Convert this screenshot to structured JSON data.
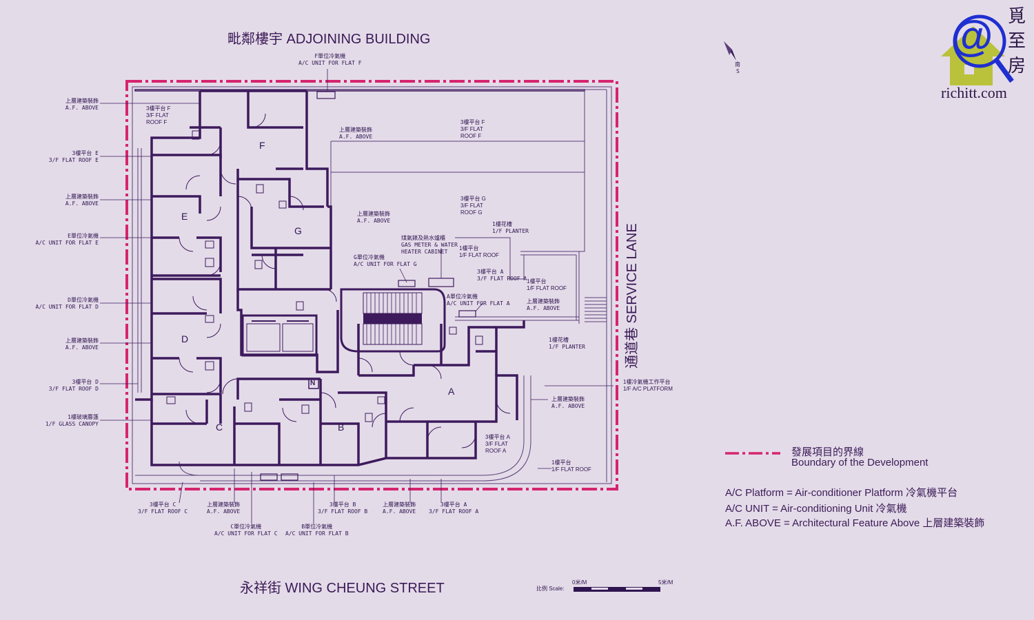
{
  "streets": {
    "north": "毗鄰樓宇  ADJOINING BUILDING",
    "south": "永祥街  WING CHEUNG STREET",
    "east": "通道巷 SERVICE LANE"
  },
  "orientation": {
    "letter": "南",
    "sub": "S"
  },
  "brand": {
    "url": "richitt.com",
    "cjk": [
      "覓",
      "至",
      "房"
    ],
    "at": "@"
  },
  "rooms": {
    "A": "A",
    "B": "B",
    "C": "C",
    "D": "D",
    "E": "E",
    "F": "F",
    "G": "G",
    "N": "N"
  },
  "labels": {
    "acF": [
      "F單位冷氣機",
      "A/C UNIT FOR FLAT F"
    ],
    "afAboveL1": [
      "上層建築裝飾",
      "A.F. ABOVE"
    ],
    "roofE": [
      "3樓平台 E",
      "3/F FLAT ROOF E"
    ],
    "afAboveL2": [
      "上層建築裝飾",
      "A.F. ABOVE"
    ],
    "acE": [
      "E單位冷氣機",
      "A/C UNIT FOR FLAT E"
    ],
    "acD": [
      "D單位冷氣機",
      "A/C UNIT FOR FLAT D"
    ],
    "afAboveL3": [
      "上層建築裝飾",
      "A.F. ABOVE"
    ],
    "roofD": [
      "3樓平台 D",
      "3/F FLAT ROOF D"
    ],
    "canopy": [
      "1樓玻璃簷篷",
      "1/F GLASS CANOPY"
    ],
    "roofFin": [
      "3樓平台 F",
      "3/F FLAT",
      "ROOF F"
    ],
    "afAboveF": [
      "上層建築裝飾",
      "A.F. ABOVE"
    ],
    "roofFbig": [
      "3樓平台 F",
      "3/F FLAT",
      "ROOF F"
    ],
    "roofG": [
      "3樓平台 G",
      "3/F FLAT",
      "ROOF G"
    ],
    "afAboveG": [
      "上層建築裝飾",
      "A.F. ABOVE"
    ],
    "planter1": [
      "1樓花槽",
      "1/F PLANTER"
    ],
    "gasMeter": [
      "煤氣錶及熱水爐櫃",
      "GAS METER & WATER",
      "HEATER CABINET"
    ],
    "flatRoof1a": [
      "1樓平台",
      "1/F FLAT ROOF"
    ],
    "acG": [
      "G單位冷氣機",
      "A/C UNIT FOR FLAT G"
    ],
    "roofA3": [
      "3樓平台 A",
      "3/F FLAT ROOF A"
    ],
    "flatRoof1b": [
      "1樓平台",
      "1/F FLAT ROOF"
    ],
    "acA": [
      "A單位冷氣機",
      "A/C UNIT FOR FLAT A"
    ],
    "afAboveA": [
      "上層建築裝飾",
      "A.F. ABOVE"
    ],
    "planter2": [
      "1樓花槽",
      "1/F PLANTER"
    ],
    "acPlatform": [
      "1樓冷氣機工作平台",
      "1/F A/C PLATFORM"
    ],
    "afAboveR": [
      "上層建築裝飾",
      "A.F. ABOVE"
    ],
    "roofAin": [
      "3樓平台 A",
      "3/F FLAT",
      "ROOF A"
    ],
    "flatRoof1c": [
      "1樓平台",
      "1/F FLAT ROOF"
    ],
    "roofC": [
      "3樓平台 C",
      "3/F FLAT ROOF C"
    ],
    "afAboveB1": [
      "上層建築裝飾",
      "A.F. ABOVE"
    ],
    "acC": [
      "C單位冷氣機",
      "A/C UNIT FOR FLAT C"
    ],
    "acB": [
      "B單位冷氣機",
      "A/C UNIT FOR FLAT B"
    ],
    "roofB": [
      "3樓平台 B",
      "3/F FLAT ROOF B"
    ],
    "afAboveB2": [
      "上層建築裝飾",
      "A.F. ABOVE"
    ],
    "roofAb": [
      "3樓平台 A",
      "3/F FLAT ROOF A"
    ]
  },
  "legend": {
    "boundary_cn": "發展項目的界線",
    "boundary_en": "Boundary of the Development",
    "abbr1": "A/C Platform = Air-conditioner Platform 冷氣機平台",
    "abbr2": "A/C UNIT = Air-conditioning Unit 冷氣機",
    "abbr3": "A.F. ABOVE = Architectural Feature Above 上層建築裝飾"
  },
  "scale": {
    "label": "比例 Scale:",
    "start": "0米/M",
    "end": "5米/M"
  },
  "colors": {
    "background": "#e4dbe9",
    "boundary": "#d6246e",
    "walls": "#3d1a5c",
    "thin": "#5a3f78",
    "brand_blue": "#1f2fd0",
    "brand_green": "#b9c23a"
  }
}
